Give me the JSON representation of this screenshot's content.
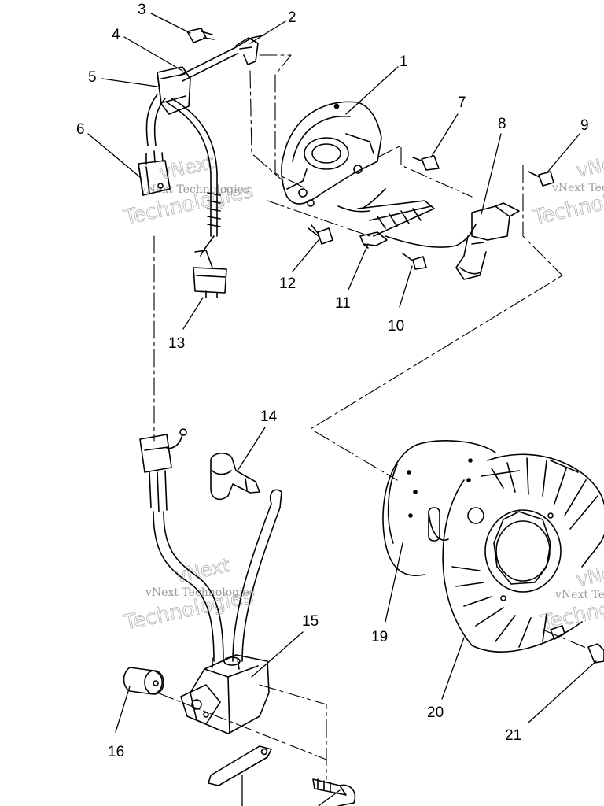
{
  "diagram": {
    "colors": {
      "ink": "#000000",
      "paper": "#ffffff",
      "watermark": "#b0b0b0"
    },
    "callouts": [
      "1",
      "2",
      "3",
      "4",
      "5",
      "6",
      "7",
      "8",
      "9",
      "10",
      "11",
      "12",
      "13",
      "14",
      "15",
      "16",
      "19",
      "20",
      "21"
    ],
    "watermark": {
      "line1": "vNext",
      "line2": "Technologies",
      "small": "vNext Technologies"
    }
  }
}
